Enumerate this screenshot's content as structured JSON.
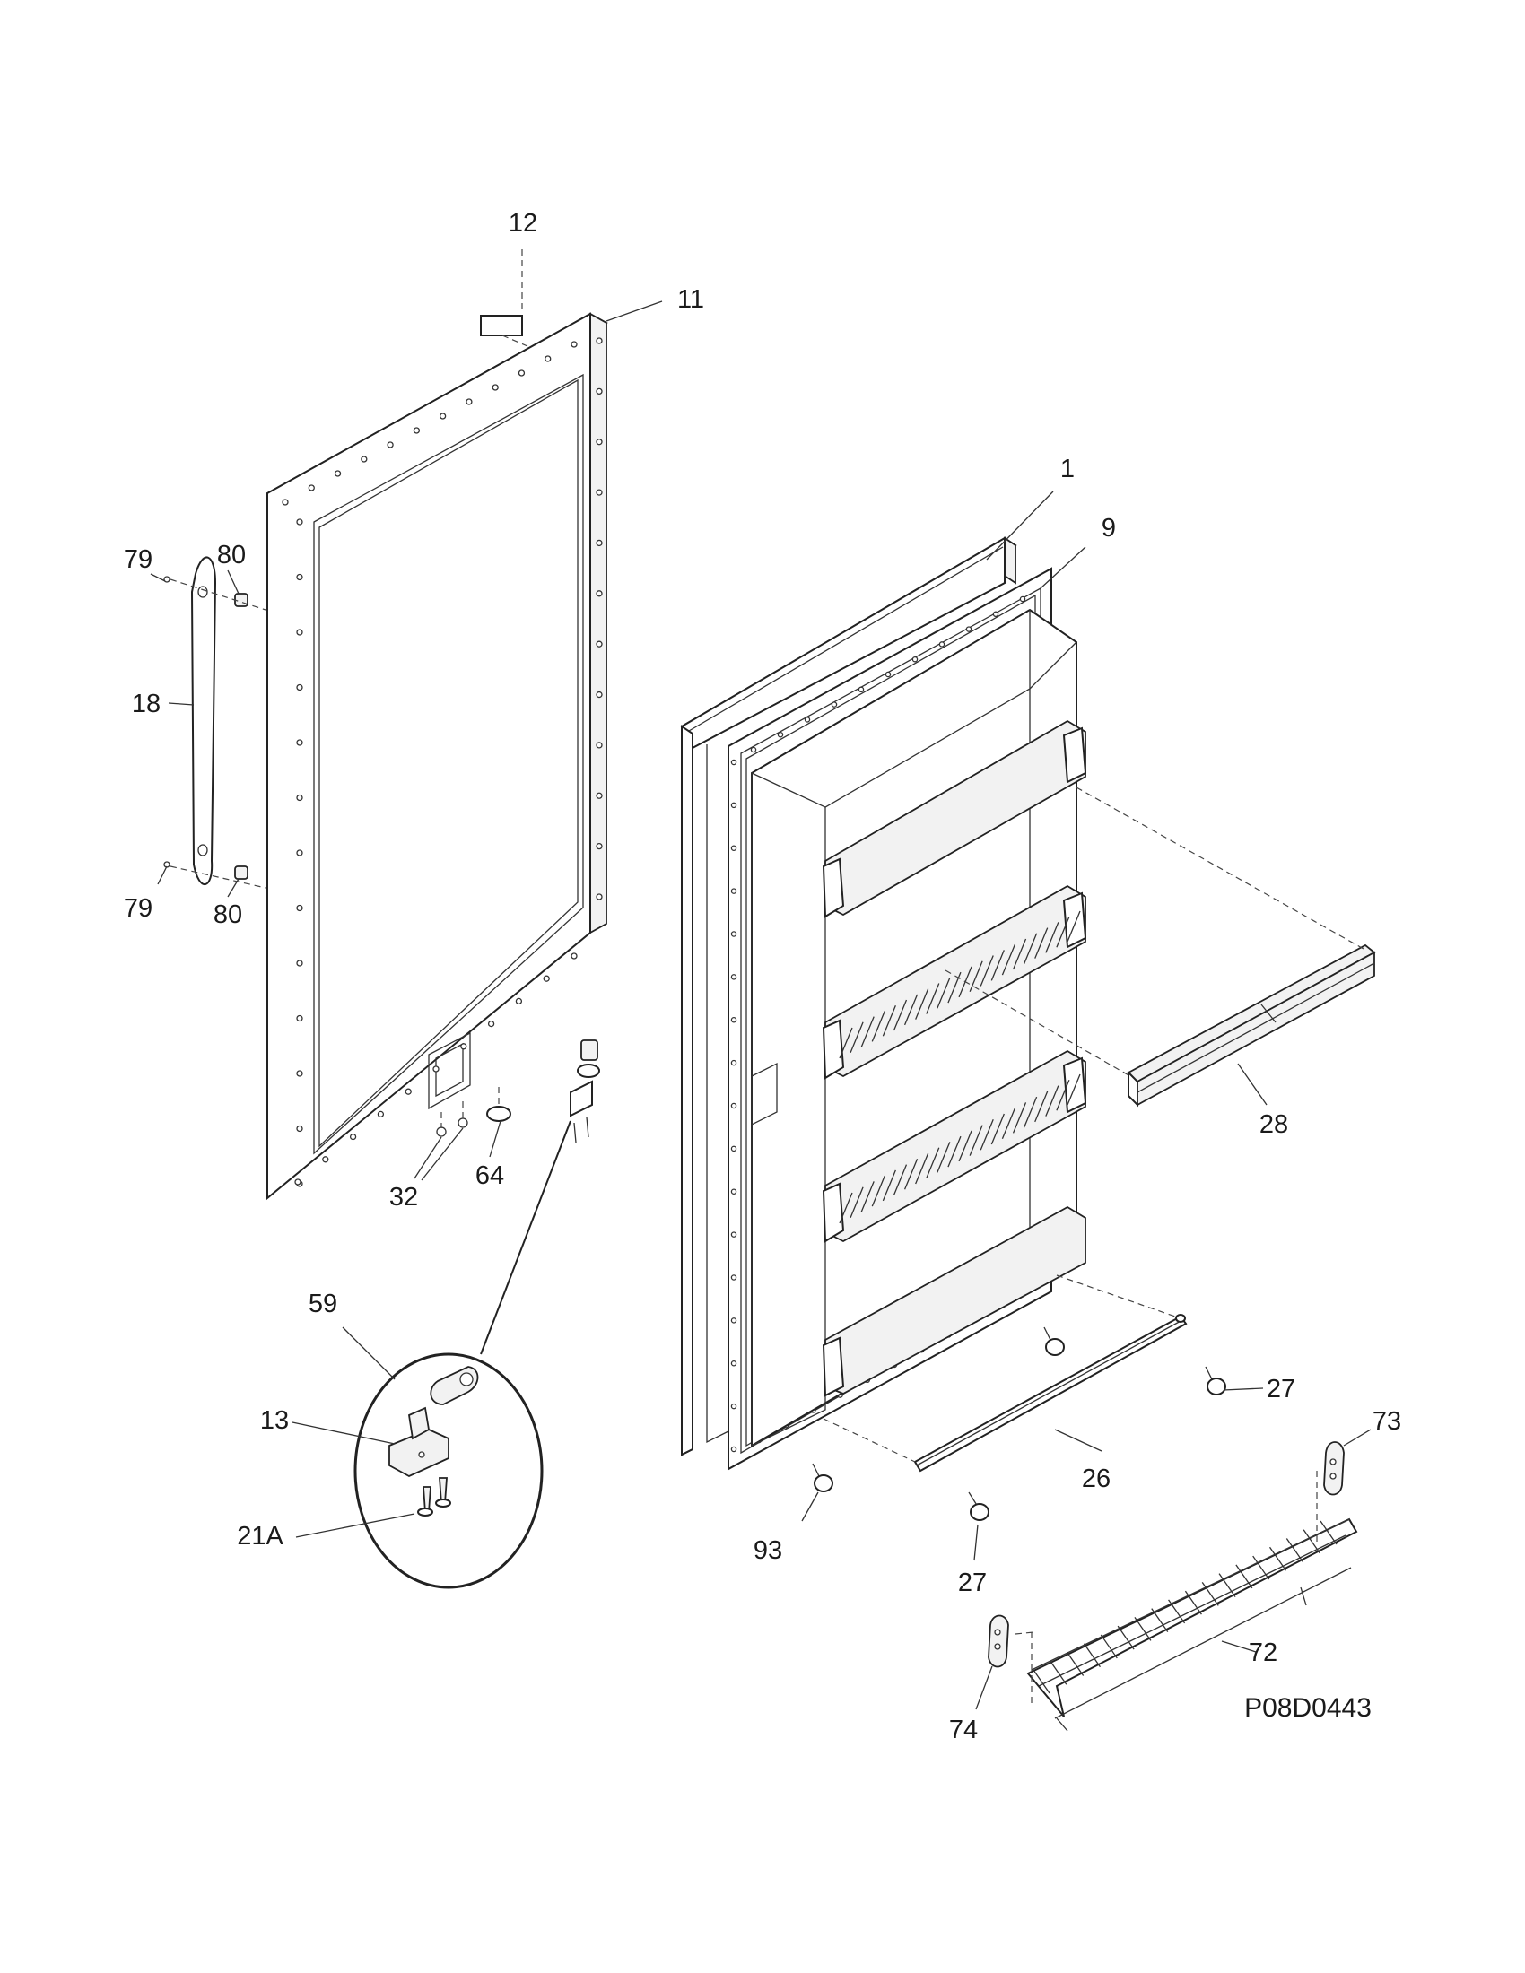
{
  "diagram": {
    "drawing_code": "P08D0443",
    "callouts": {
      "c12": "12",
      "c11": "11",
      "c1": "1",
      "c9": "9",
      "c79a": "79",
      "c80a": "80",
      "c18": "18",
      "c79b": "79",
      "c80b": "80",
      "c32": "32",
      "c64": "64",
      "c28": "28",
      "c59": "59",
      "c13": "13",
      "c21a": "21A",
      "c27a": "27",
      "c26": "26",
      "c93": "93",
      "c27b": "27",
      "c73": "73",
      "c72": "72",
      "c74": "74"
    }
  }
}
